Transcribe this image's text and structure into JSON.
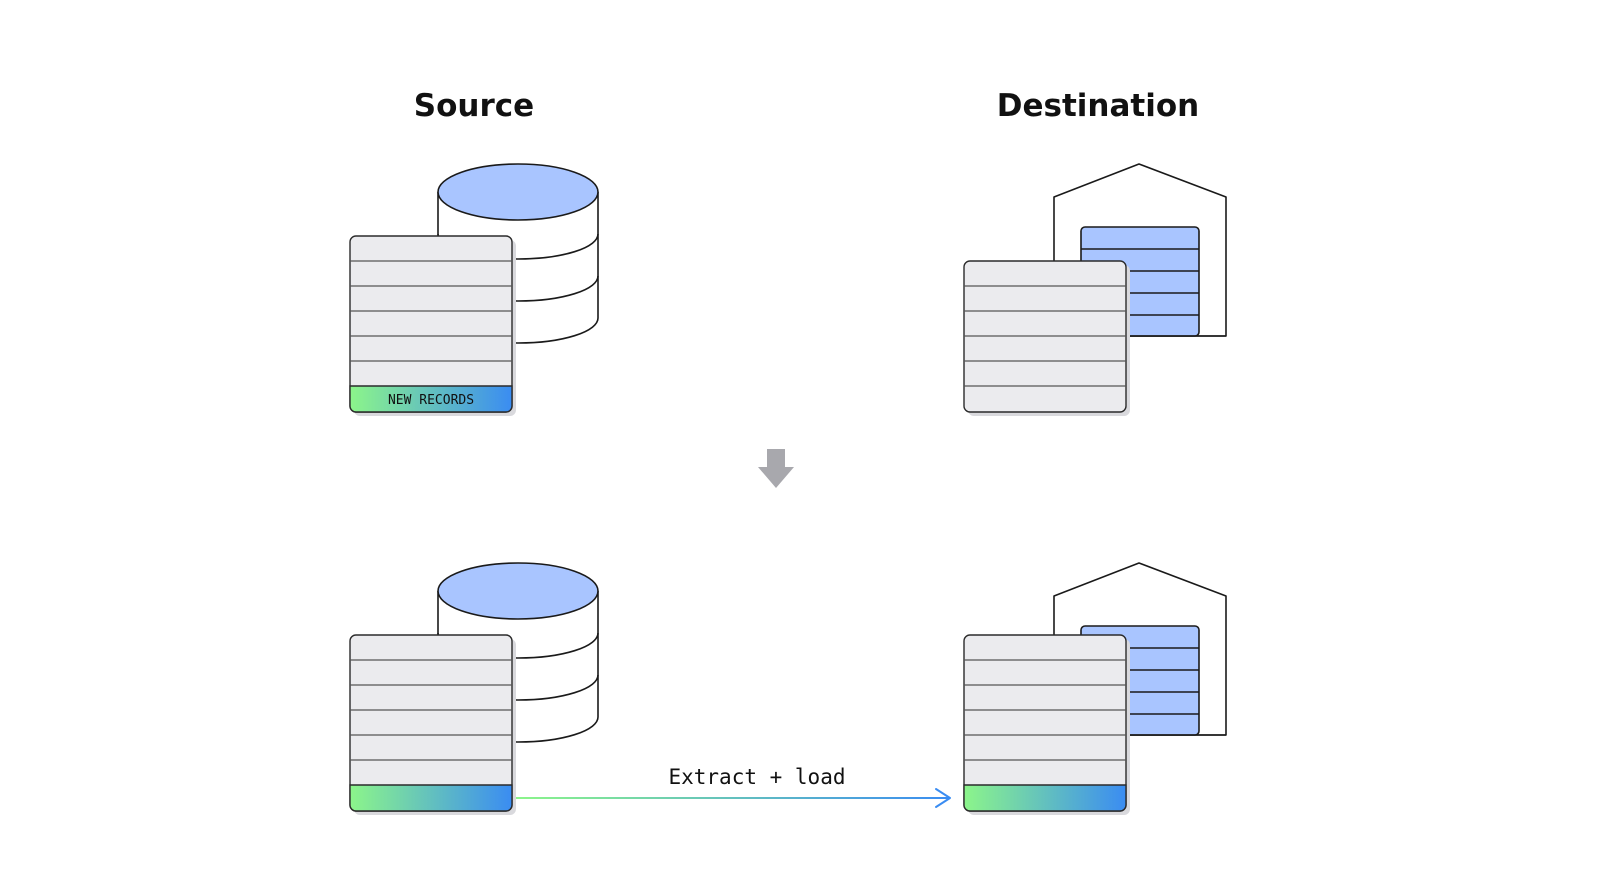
{
  "headings": {
    "source": "Source",
    "destination": "Destination"
  },
  "labels": {
    "new_records": "NEW RECORDS",
    "extract_load": "Extract + load"
  },
  "colors": {
    "db_top": "#a9c5ff",
    "warehouse_rows": "#a9c5ff",
    "table_fill": "#ebebee",
    "table_stroke": "#2b2b2b",
    "gradient_start": "#8cf58a",
    "gradient_end": "#3a8cf2",
    "step_arrow": "#a8a8ad"
  },
  "icons": [
    "database-icon",
    "warehouse-icon",
    "table-icon",
    "down-arrow-icon",
    "right-arrow-icon"
  ]
}
